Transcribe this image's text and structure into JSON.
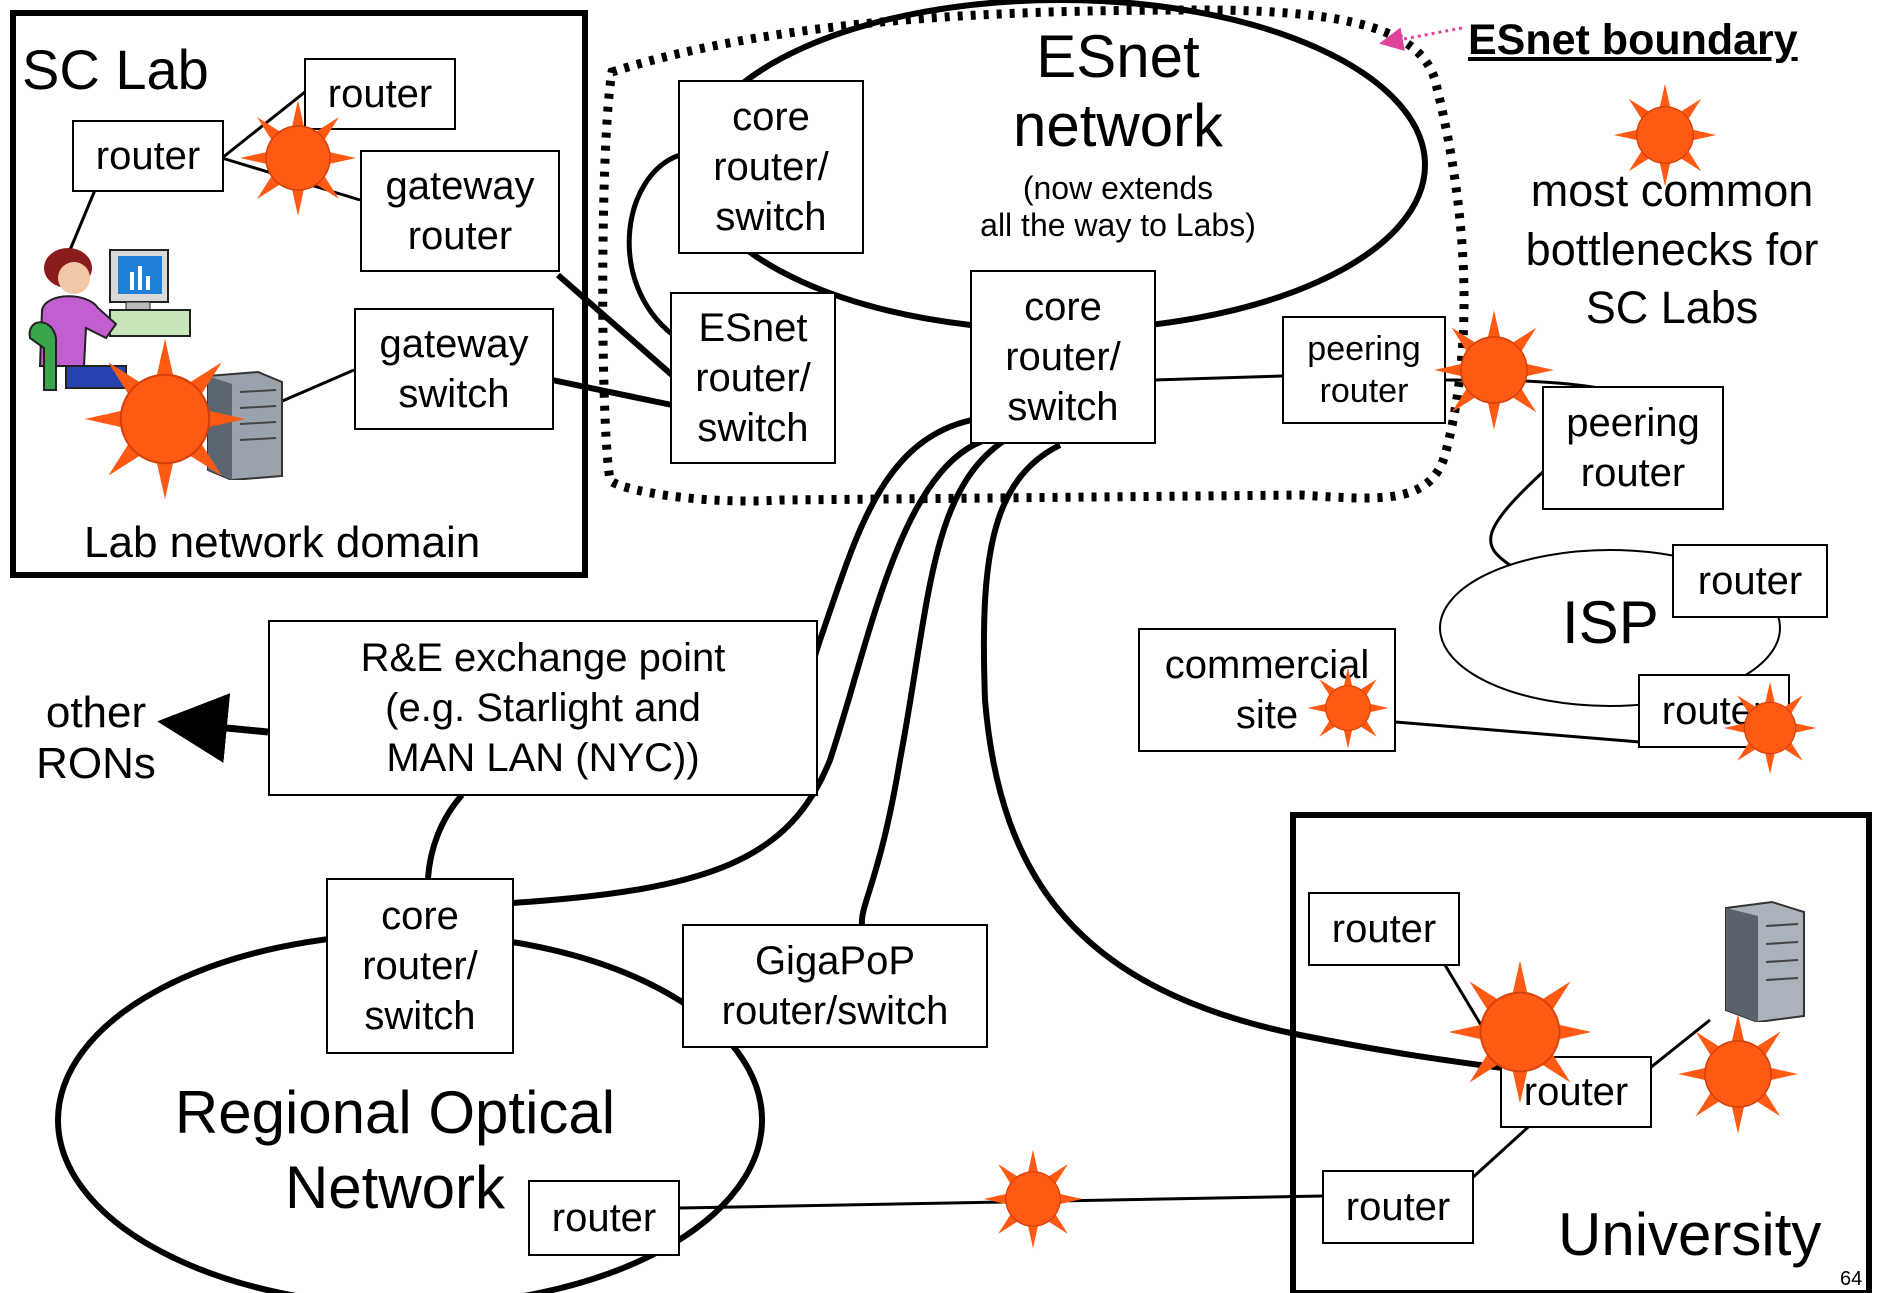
{
  "labels": {
    "sc_lab": "SC Lab",
    "lab_network_domain": "Lab network domain",
    "esnet_network": "ESnet\nnetwork",
    "esnet_extends": "(now extends\nall the way to Labs)",
    "esnet_boundary": "ESnet boundary",
    "legend_bottlenecks": "most common\nbottlenecks for\nSC Labs",
    "isp": "ISP",
    "other_rons": "other\nRONs",
    "regional_optical_network": "Regional Optical\nNetwork",
    "university": "University",
    "page_number": "64"
  },
  "nodes": {
    "lab_router_top": "router",
    "lab_router_left": "router",
    "lab_gateway_router": "gateway\nrouter",
    "lab_gateway_switch": "gateway\nswitch",
    "esnet_core_switch_left": "core\nrouter/\nswitch",
    "esnet_router_switch": "ESnet\nrouter/\nswitch",
    "esnet_core_switch_center": "core\nrouter/\nswitch",
    "esnet_peering_router": "peering\nrouter",
    "isp_peering_router": "peering\nrouter",
    "isp_router_top": "router",
    "isp_router_bottom": "router",
    "commercial_site": "commercial\nsite",
    "re_exchange_point": "R&E exchange point\n(e.g. Starlight and\nMAN LAN (NYC))",
    "ron_core_switch": "core\nrouter/\nswitch",
    "gigapop_switch": "GigaPoP\nrouter/switch",
    "ron_router": "router",
    "univ_router_top": "router",
    "univ_router_middle": "router",
    "univ_router_bottom": "router"
  },
  "icons": {
    "bottleneck": "bottleneck-sun-icon",
    "workstation_user": "workstation-user-icon",
    "server": "server-rack-icon",
    "arrow": "arrow-left-icon",
    "boundary_pointer": "dotted-arrow-icon"
  },
  "colors": {
    "bottleneck_fill": "#ff5a14",
    "bottleneck_stroke": "#d2400a",
    "boundary_arrow": "#e0449a",
    "line": "#000000"
  }
}
